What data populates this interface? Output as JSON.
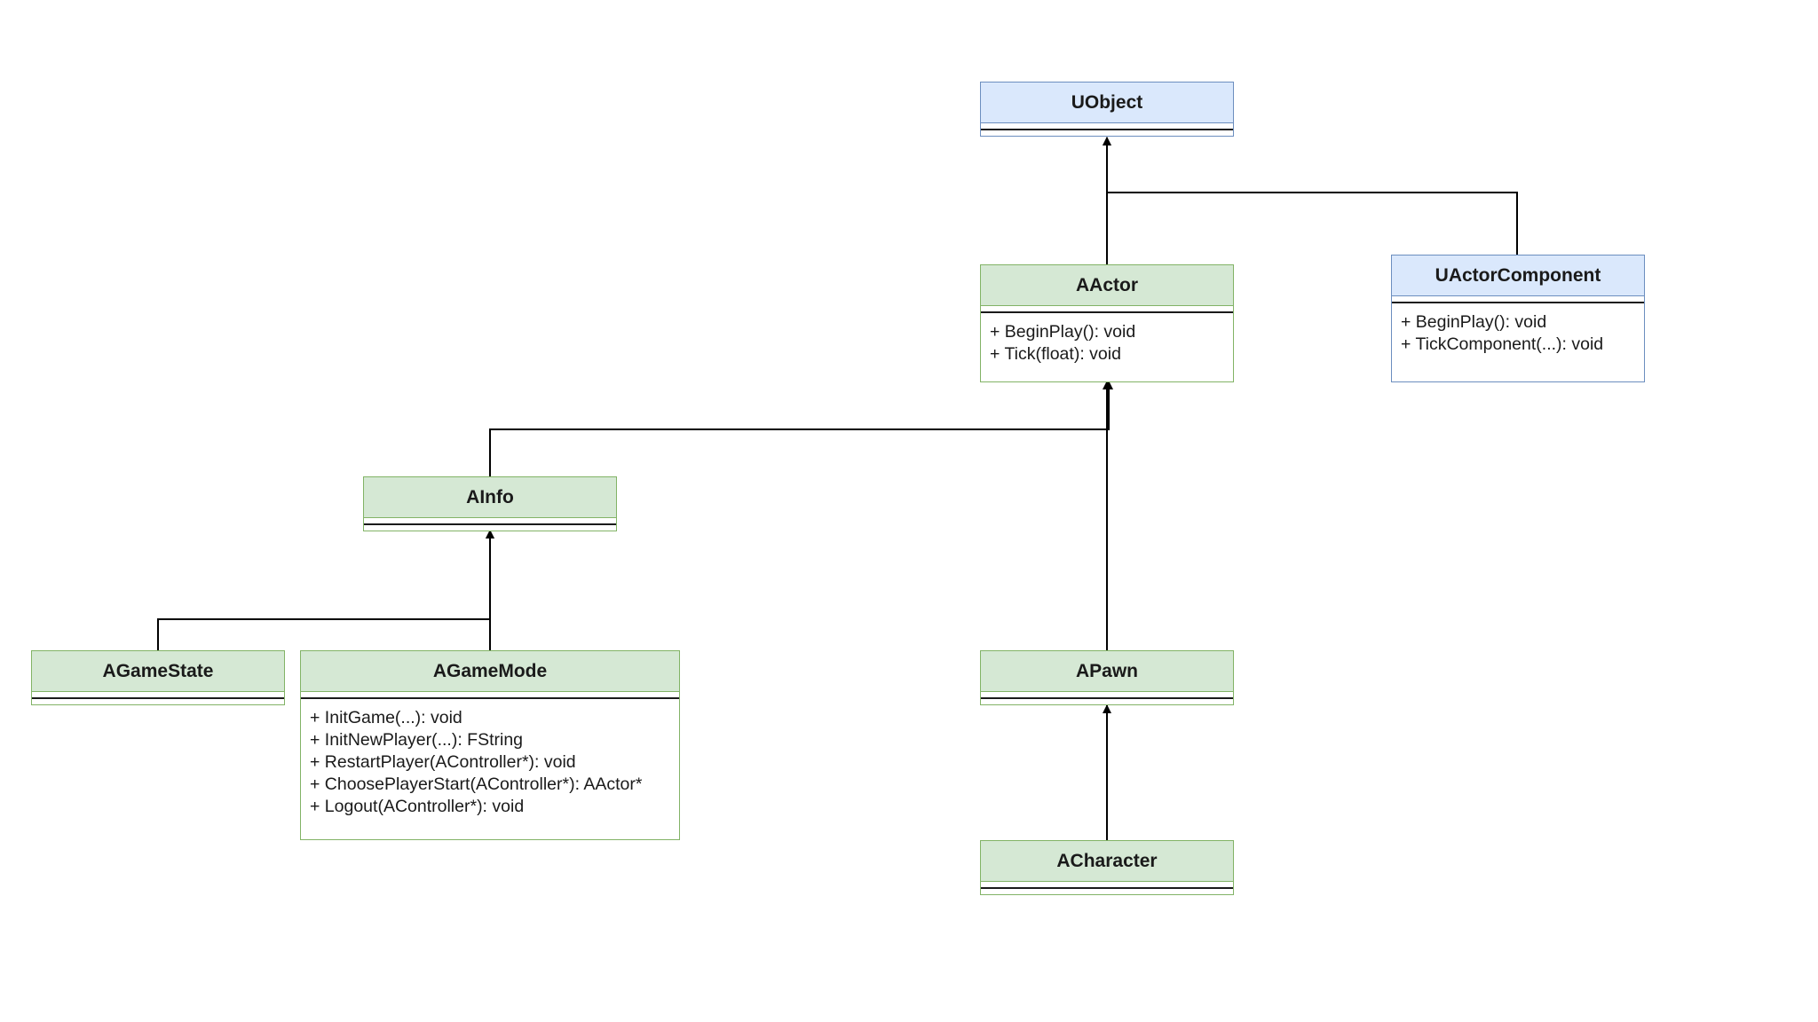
{
  "classes": {
    "uobject": {
      "name": "UObject",
      "methods": []
    },
    "aactor": {
      "name": "AActor",
      "methods": [
        "+ BeginPlay(): void",
        "+ Tick(float): void"
      ]
    },
    "uactorcomponent": {
      "name": "UActorComponent",
      "methods": [
        "+ BeginPlay(): void",
        "+ TickComponent(...): void"
      ]
    },
    "ainfo": {
      "name": "AInfo",
      "methods": []
    },
    "agamestate": {
      "name": "AGameState",
      "methods": []
    },
    "agamemode": {
      "name": "AGameMode",
      "methods": [
        "+ InitGame(...): void",
        "+ InitNewPlayer(...): FString",
        "+ RestartPlayer(AController*): void",
        "+ ChoosePlayerStart(AController*): AActor*",
        "+ Logout(AController*): void"
      ]
    },
    "apawn": {
      "name": "APawn",
      "methods": []
    },
    "acharacter": {
      "name": "ACharacter",
      "methods": []
    }
  },
  "relations": [
    {
      "child": "AActor",
      "parent": "UObject",
      "type": "inheritance"
    },
    {
      "child": "UActorComponent",
      "parent": "UObject",
      "type": "inheritance"
    },
    {
      "child": "AInfo",
      "parent": "AActor",
      "type": "inheritance"
    },
    {
      "child": "APawn",
      "parent": "AActor",
      "type": "inheritance"
    },
    {
      "child": "AGameState",
      "parent": "AInfo",
      "type": "inheritance"
    },
    {
      "child": "AGameMode",
      "parent": "AInfo",
      "type": "inheritance"
    },
    {
      "child": "ACharacter",
      "parent": "APawn",
      "type": "inheritance"
    }
  ],
  "colors": {
    "green_fill": "#d5e8d4",
    "green_stroke": "#82b366",
    "blue_fill": "#dae8fc",
    "blue_stroke": "#6c8ebf",
    "edge": "#000000"
  }
}
